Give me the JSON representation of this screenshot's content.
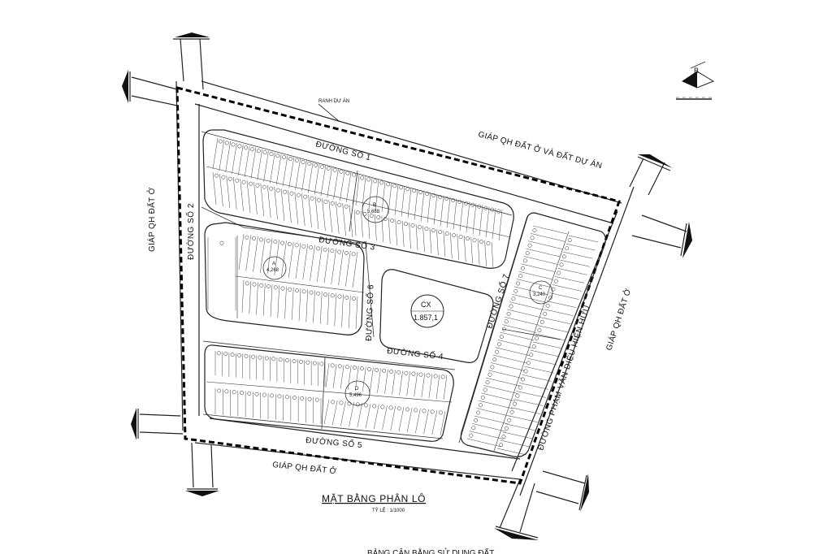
{
  "labels": {
    "north_border": "GIÁP QH ĐẤT Ở VÀ ĐẤT DỰ ÁN",
    "west_border": "GIÁP QH ĐẤT Ở",
    "south_border": "GIÁP QH ĐẤT Ở",
    "east_border": "GIÁP QH ĐẤT Ở",
    "project_boundary": "RANH DỰ ÁN",
    "park_code": "CX",
    "park_area": "1.857,1"
  },
  "roads": {
    "r1": "ĐƯỜNG SỐ 1",
    "r2": "ĐƯỜNG SỐ 2",
    "r3": "ĐƯỜNG SỐ 3",
    "r4": "ĐƯỜNG SỐ 4",
    "r5": "ĐƯỜNG SỐ 5",
    "r6": "ĐƯỜNG SỐ 6",
    "r7": "ĐƯỜNG SỐ 7",
    "main": "ĐƯỜNG PHẠM VĂN DIỆU HIỆN HỮU"
  },
  "blocks": [
    {
      "id": "B",
      "code": "5,688"
    },
    {
      "id": "A",
      "code": "4,268"
    },
    {
      "id": "C",
      "code": "3,240"
    },
    {
      "id": "D",
      "code": "5,496"
    }
  ],
  "title": {
    "main": "MẶT BẰNG PHÂN LÔ",
    "scale": "TỶ LỆ : 1/1000"
  },
  "compass": {
    "letter": "B"
  },
  "footer": "BẢNG CÂN BẰNG SỬ DỤNG ĐẤT",
  "colors": {
    "line": "#1a1a1a",
    "background": "#ffffff"
  }
}
